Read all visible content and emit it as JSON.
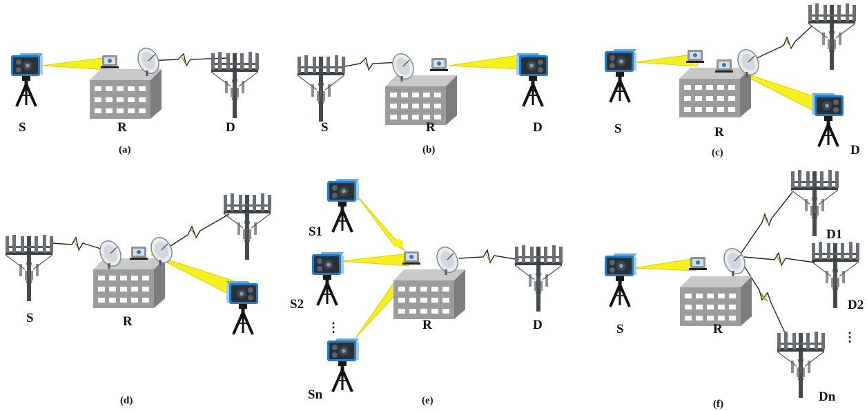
{
  "colors": {
    "beam": "#f5f01e",
    "beam_edge": "#d8cf00",
    "lightning": "#f0e400",
    "lightning_edge": "#9a8f00",
    "building_body": "#9c9c9c",
    "building_top": "#c8c8c8",
    "building_side": "#7d7d7d",
    "window": "#ffffff",
    "fso_blue": "#1e7fc8",
    "tower": "#454a4e",
    "dish": "#e8ecef"
  },
  "icons": {
    "fso_terminal": "fso-terminal-icon",
    "relay_building": "building-icon",
    "rf_dish": "satellite-dish-icon",
    "cell_tower": "cell-tower-icon",
    "rf_link": "lightning-icon",
    "optical_beam": "optical-beam-icon"
  },
  "panels": [
    {
      "caption": "(a)",
      "labels": [
        "S",
        "R",
        "D"
      ]
    },
    {
      "caption": "(b)",
      "labels": [
        "S",
        "R",
        "D"
      ]
    },
    {
      "caption": "(c)",
      "labels": [
        "S",
        "R",
        "D"
      ]
    },
    {
      "caption": "(d)",
      "labels": [
        "S",
        "R"
      ]
    },
    {
      "caption": "(e)",
      "labels": [
        "S1",
        "S2",
        "Sn",
        "R",
        "D"
      ],
      "dots": "⋮"
    },
    {
      "caption": "(f)",
      "labels": [
        "S",
        "R",
        "D1",
        "D2",
        "Dn"
      ],
      "dots": "⋮"
    }
  ]
}
